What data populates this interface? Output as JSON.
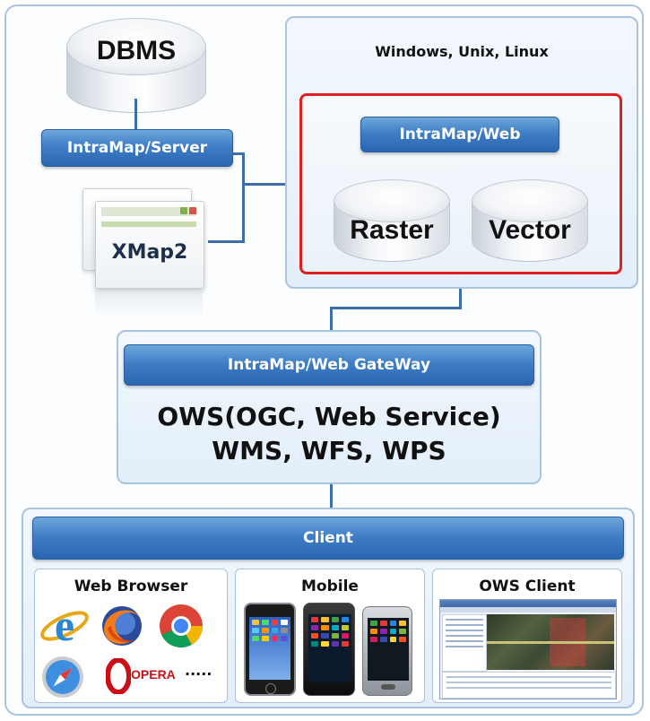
{
  "dbms": {
    "label": "DBMS"
  },
  "intramap_server": {
    "label": "IntraMap/Server"
  },
  "xmap2": {
    "label": "XMap2"
  },
  "os_panel": {
    "title": "Windows, Unix, Linux",
    "web_bar": "IntraMap/Web",
    "raster": "Raster",
    "vector": "Vector",
    "highlight_color": "#e02020"
  },
  "gateway": {
    "bar": "IntraMap/Web GateWay",
    "line1": "OWS(OGC, Web Service)",
    "line2": "WMS, WFS, WPS"
  },
  "client": {
    "bar": "Client",
    "web_browser": {
      "title": "Web Browser",
      "opera": "OPERA",
      "ellipsis": "....."
    },
    "mobile": {
      "title": "Mobile"
    },
    "ows_client": {
      "title": "OWS Client"
    }
  },
  "colors": {
    "accent_blue": "#2a66b0",
    "panel_border": "#a9c3e0",
    "connector": "#3d6fa6"
  },
  "icons": [
    "internet-explorer-icon",
    "firefox-icon",
    "chrome-icon",
    "safari-icon",
    "opera-icon"
  ]
}
